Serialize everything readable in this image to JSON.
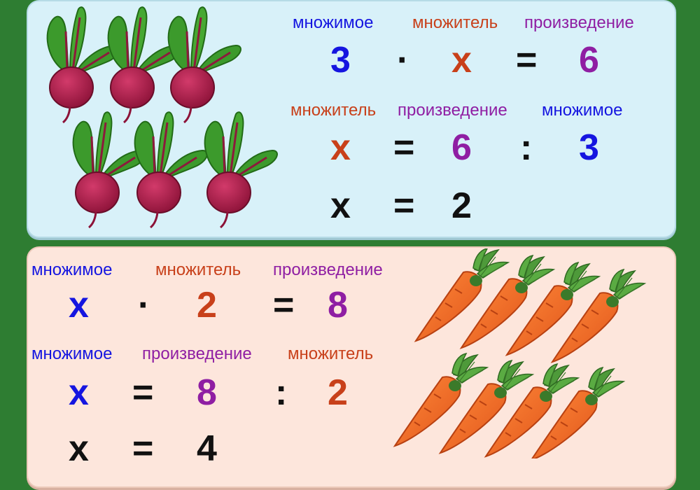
{
  "top": {
    "row1_labels": [
      "множимое",
      "множитель",
      "произведение"
    ],
    "row1_equation": [
      "3",
      "·",
      "x",
      "=",
      "6"
    ],
    "row2_labels": [
      "множитель",
      "произведение",
      "множимое"
    ],
    "row2_equation": [
      "x",
      "=",
      "6",
      ":",
      "3"
    ],
    "row3_equation": [
      "x",
      "=",
      "2"
    ],
    "picture_icon": "beets-illustration"
  },
  "bottom": {
    "row1_labels": [
      "множимое",
      "множитель",
      "произведение"
    ],
    "row1_equation": [
      "x",
      "·",
      "2",
      "=",
      "8"
    ],
    "row2_labels": [
      "множимое",
      "произведение",
      "множитель"
    ],
    "row2_equation": [
      "x",
      "=",
      "8",
      ":",
      "2"
    ],
    "row3_equation": [
      "x",
      "=",
      "4"
    ],
    "picture_icon": "carrots-illustration"
  },
  "colors": {
    "multiplicand": "#1515e0",
    "multiplier": "#c8401a",
    "product": "#8f1ea3",
    "answer": "#111111",
    "top_panel": "#d8f1f9",
    "bottom_panel": "#fde6dc",
    "background": "#2e7d32"
  }
}
